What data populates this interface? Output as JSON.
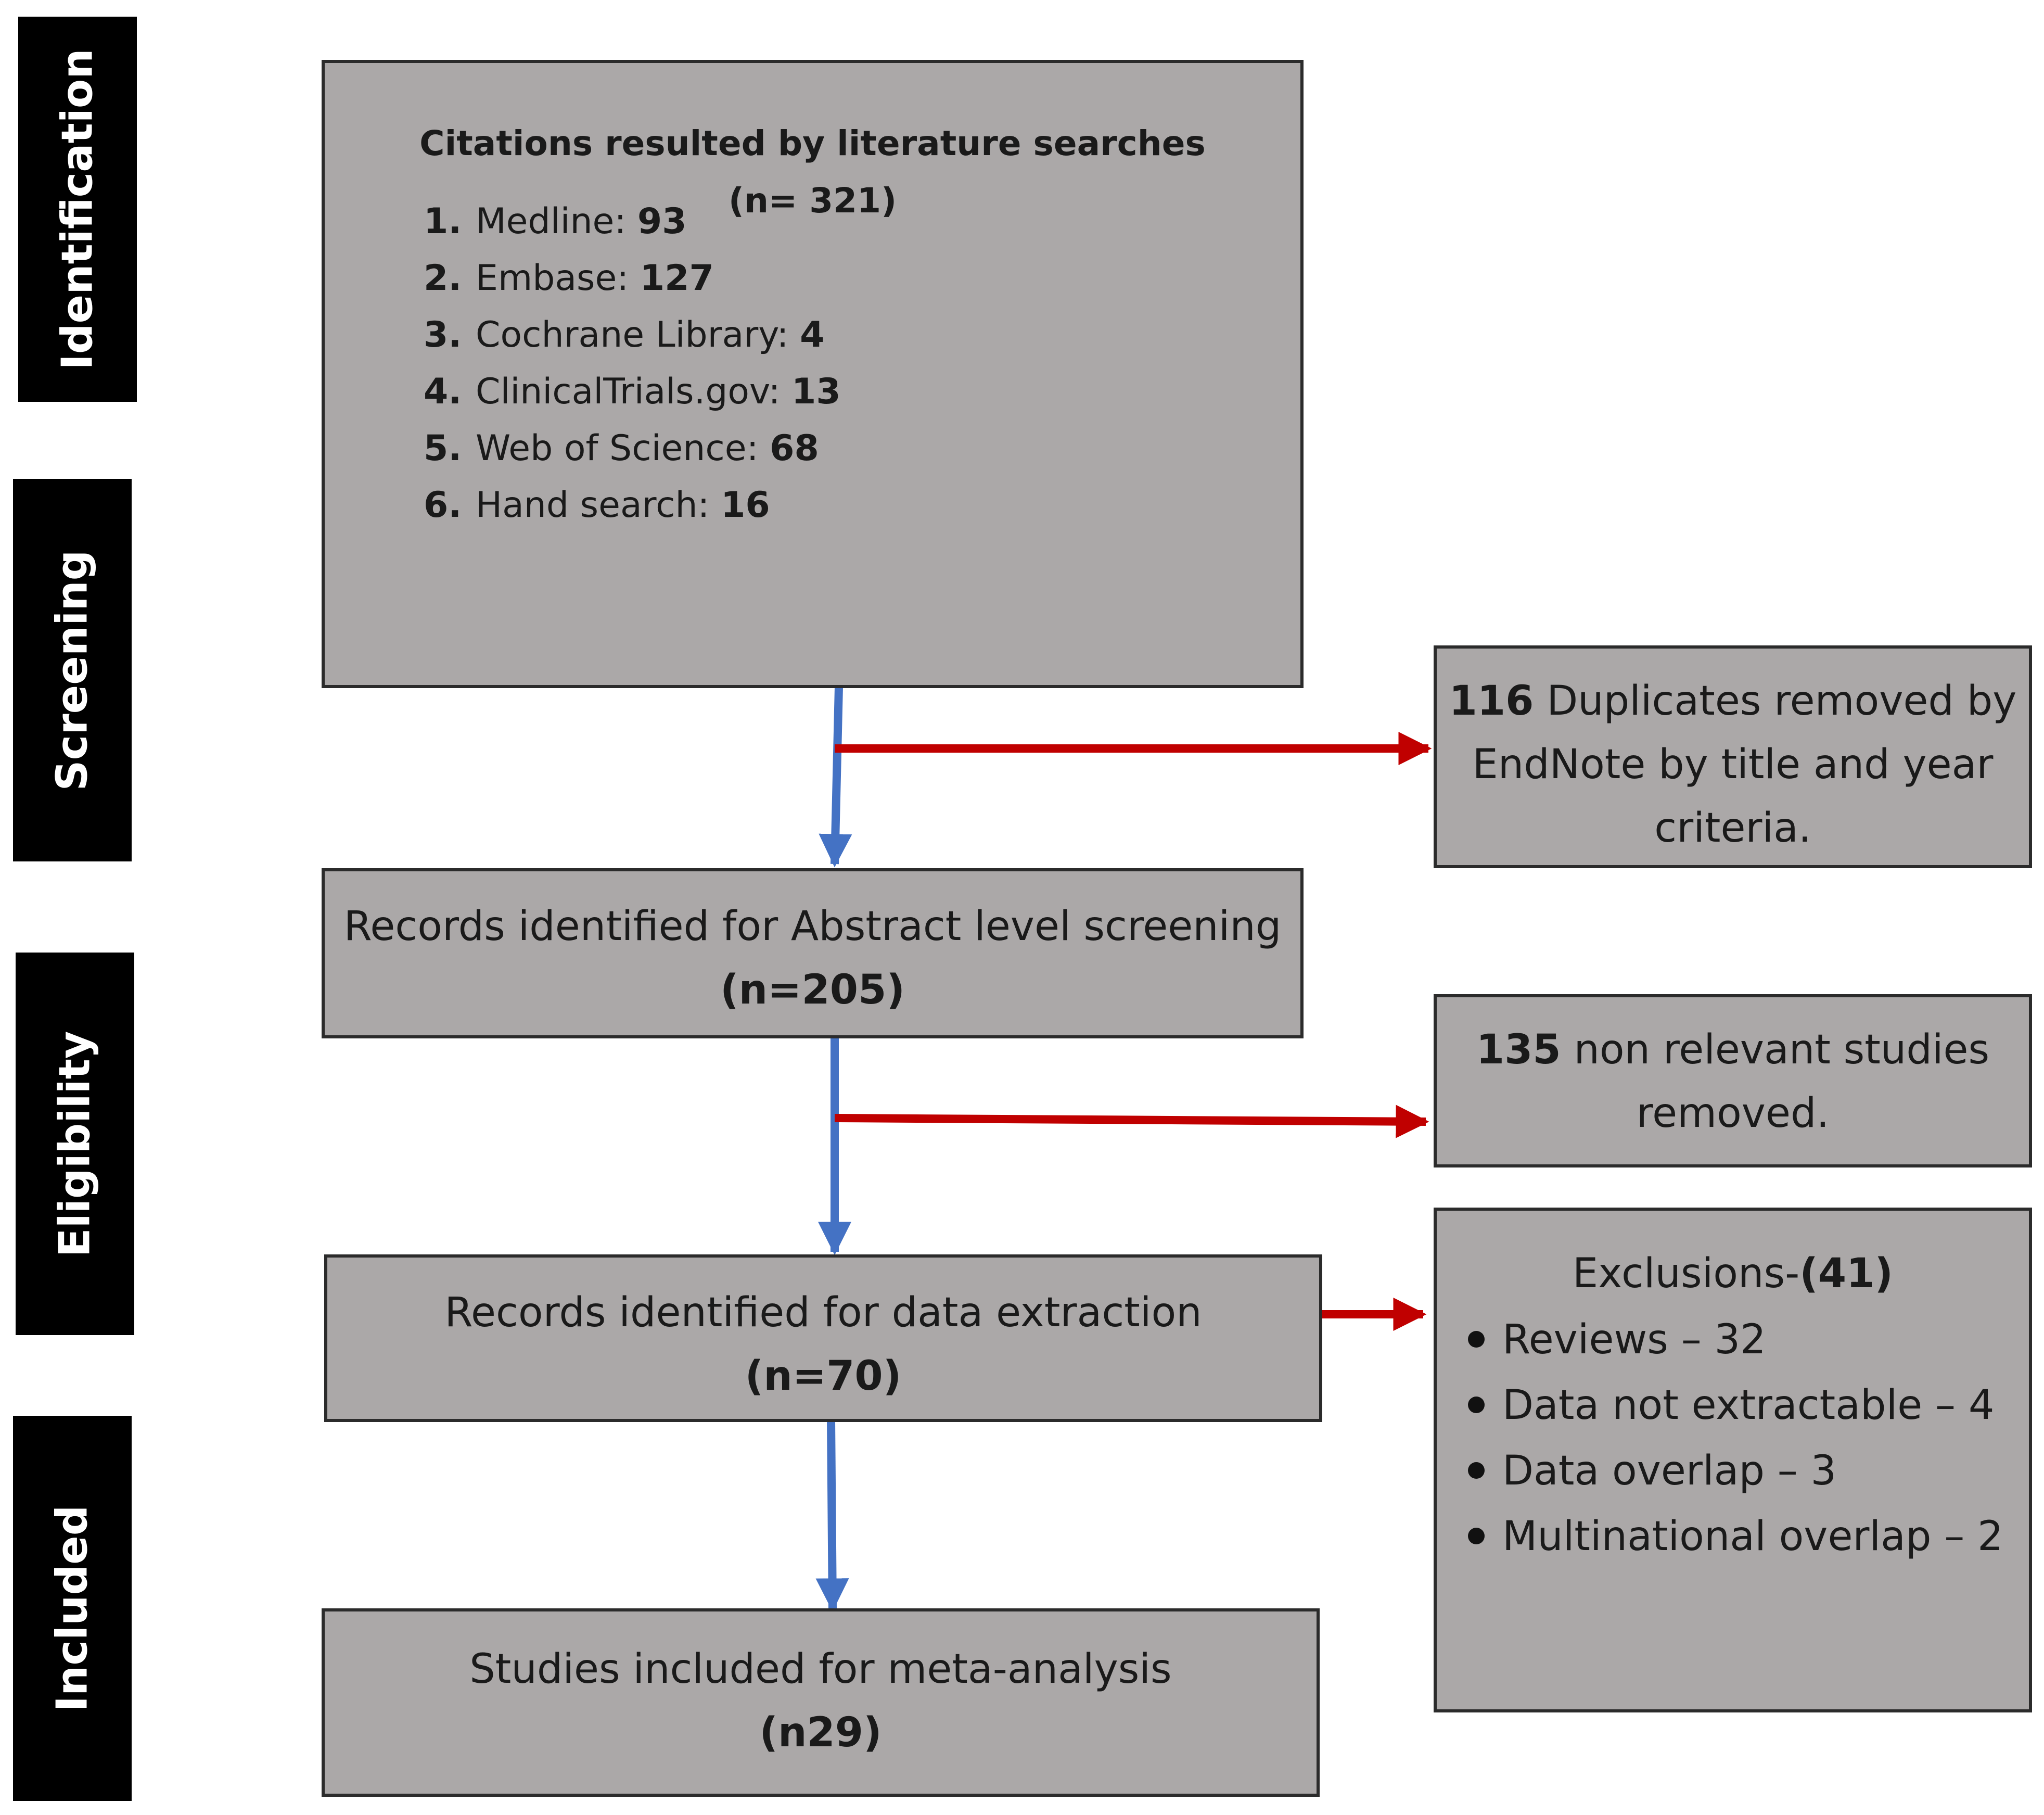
{
  "stages": {
    "identification": "Identification",
    "screening": "Screening",
    "eligibility": "Eligibility",
    "included": "Included"
  },
  "search_box": {
    "title": "Citations resulted by literature searches",
    "count": "(n= 321)",
    "sources": [
      {
        "num": "1.",
        "name": "Medline: ",
        "value": "93"
      },
      {
        "num": "2.",
        "name": "Embase: ",
        "value": "127"
      },
      {
        "num": "3.",
        "name": "Cochrane Library: ",
        "value": "4"
      },
      {
        "num": "4.",
        "name": "ClinicalTrials.gov: ",
        "value": "13"
      },
      {
        "num": "5.",
        "name": "Web of Science: ",
        "value": "68"
      },
      {
        "num": "6.",
        "name": "Hand search: ",
        "value": "16"
      }
    ]
  },
  "duplicates_box": {
    "count": "116",
    "line1": " Duplicates removed by",
    "line2": "EndNote by title and year",
    "line3": "criteria."
  },
  "abstract_box": {
    "label": "Records identified for Abstract level screening",
    "count": "(n=205)"
  },
  "nonrelevant_box": {
    "count": "135",
    "line1": " non relevant studies",
    "line2": "removed."
  },
  "extraction_box": {
    "label": "Records identified for data extraction",
    "count": "(n=70)"
  },
  "exclusions_box": {
    "head_label": "Exclusions-",
    "head_count": "(41)",
    "items": [
      "Reviews – 32",
      "Data not extractable – 4",
      "Data overlap – 3",
      "Multinational overlap – 2"
    ]
  },
  "included_box": {
    "label": "Studies included for meta-analysis",
    "count": "(n29)"
  },
  "colors": {
    "box_fill": "#aba8a8",
    "flow_arrow": "#4472c4",
    "exclusion_arrow": "#c00000",
    "stage_fill": "#000000"
  }
}
